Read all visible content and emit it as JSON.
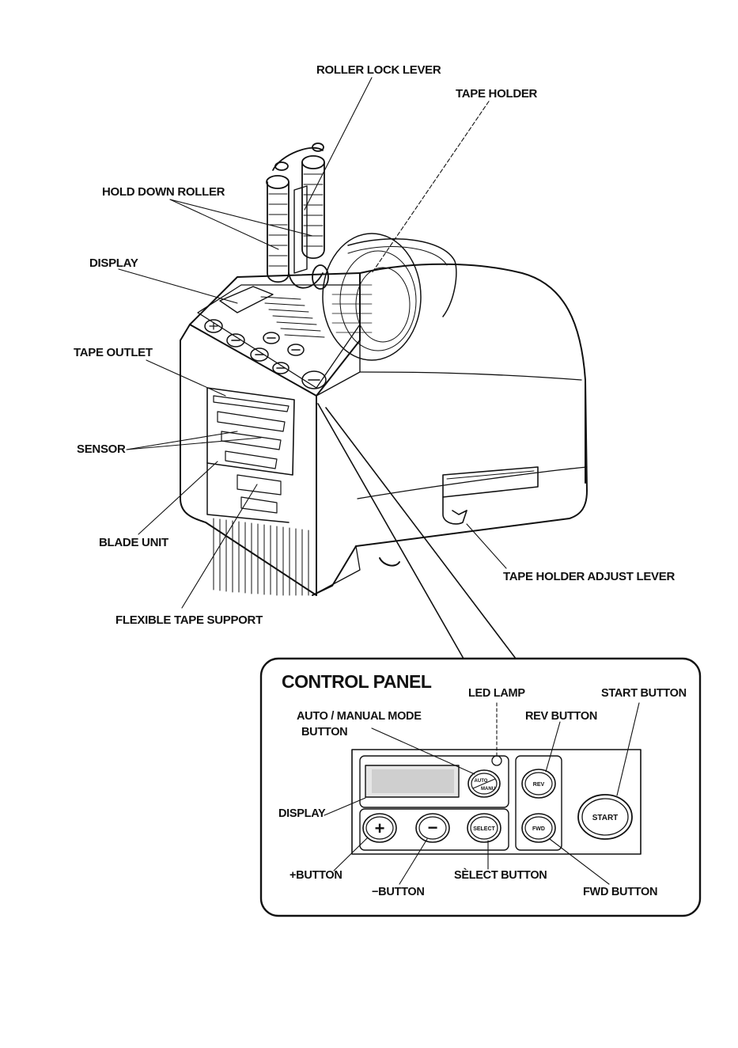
{
  "device_labels": {
    "roller_lock_lever": "ROLLER LOCK LEVER",
    "tape_holder": "TAPE HOLDER",
    "hold_down_roller": "HOLD DOWN ROLLER",
    "display": "DISPLAY",
    "tape_outlet": "TAPE OUTLET",
    "sensor": "SENSOR",
    "blade_unit": "BLADE UNIT",
    "flexible_tape_support": "FLEXIBLE TAPE SUPPORT",
    "tape_holder_adjust_lever": "TAPE HOLDER ADJUST LEVER"
  },
  "control_panel": {
    "title": "CONTROL PANEL",
    "labels": {
      "led_lamp": "LED LAMP",
      "start_button": "START BUTTON",
      "auto_manual_line1": "AUTO / MANUAL MODE",
      "auto_manual_line2": "BUTTON",
      "rev_button": "REV BUTTON",
      "display": "DISPLAY",
      "plus_button": "+BUTTON",
      "minus_button": "−BUTTON",
      "select_button": "SÈLECT BUTTON",
      "fwd_button": "FWD BUTTON"
    },
    "buttons": {
      "plus": "+",
      "minus": "−",
      "select": "SELECT",
      "auto_top": "AUTO",
      "auto_bottom": "MANU",
      "rev": "REV",
      "fwd": "FWD",
      "start": "START"
    }
  }
}
